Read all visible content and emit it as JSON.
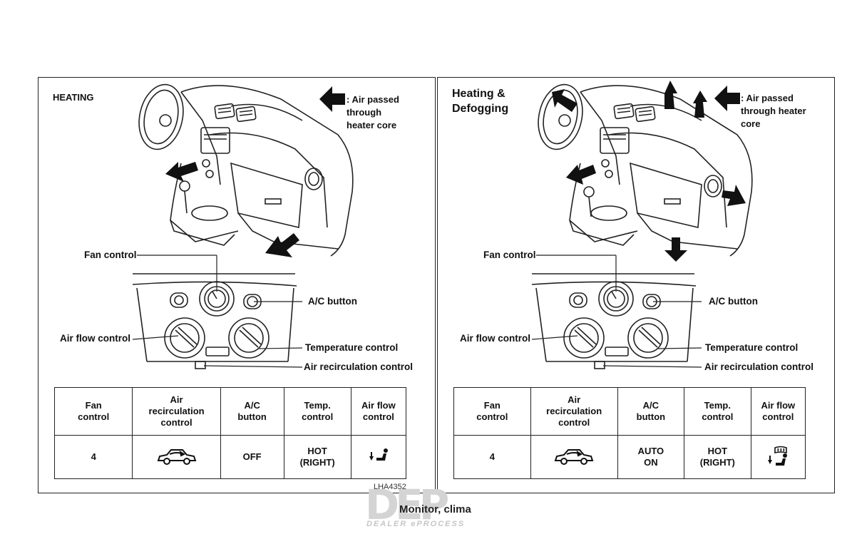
{
  "left_panel": {
    "title": "HEATING",
    "legend": ": Air passed through heater core",
    "callouts": {
      "fan_control": "Fan control",
      "ac_button": "A/C button",
      "air_flow_control": "Air flow control",
      "temperature_control": "Temperature control",
      "air_recirculation_control": "Air recirculation control"
    },
    "table": {
      "headers": [
        "Fan control",
        "Air recirculation control",
        "A/C button",
        "Temp. control",
        "Air flow control"
      ],
      "values": {
        "fan": "4",
        "recirculation_icon": "car-outside-air-icon",
        "ac": "OFF",
        "temp": "HOT (RIGHT)",
        "airflow_icon": "foot-vent-icon"
      }
    }
  },
  "right_panel": {
    "title": "Heating & Defogging",
    "legend": ": Air passed through heater core",
    "callouts": {
      "fan_control": "Fan control",
      "ac_button": "A/C button",
      "air_flow_control": "Air flow control",
      "temperature_control": "Temperature control",
      "air_recirculation_control": "Air recirculation control"
    },
    "table": {
      "headers": [
        "Fan control",
        "Air recirculation control",
        "A/C button",
        "Temp. control",
        "Air flow control"
      ],
      "values": {
        "fan": "4",
        "recirculation_icon": "car-outside-air-icon",
        "ac": "AUTO ON",
        "temp": "HOT (RIGHT)",
        "airflow_icon": "defrost-foot-vent-icon"
      }
    }
  },
  "figure_code": "LHA4352",
  "footer": {
    "logo_letters": "DEP",
    "logo_sub": "DEALER ePROCESS",
    "watermark": "Monitor, clima"
  }
}
